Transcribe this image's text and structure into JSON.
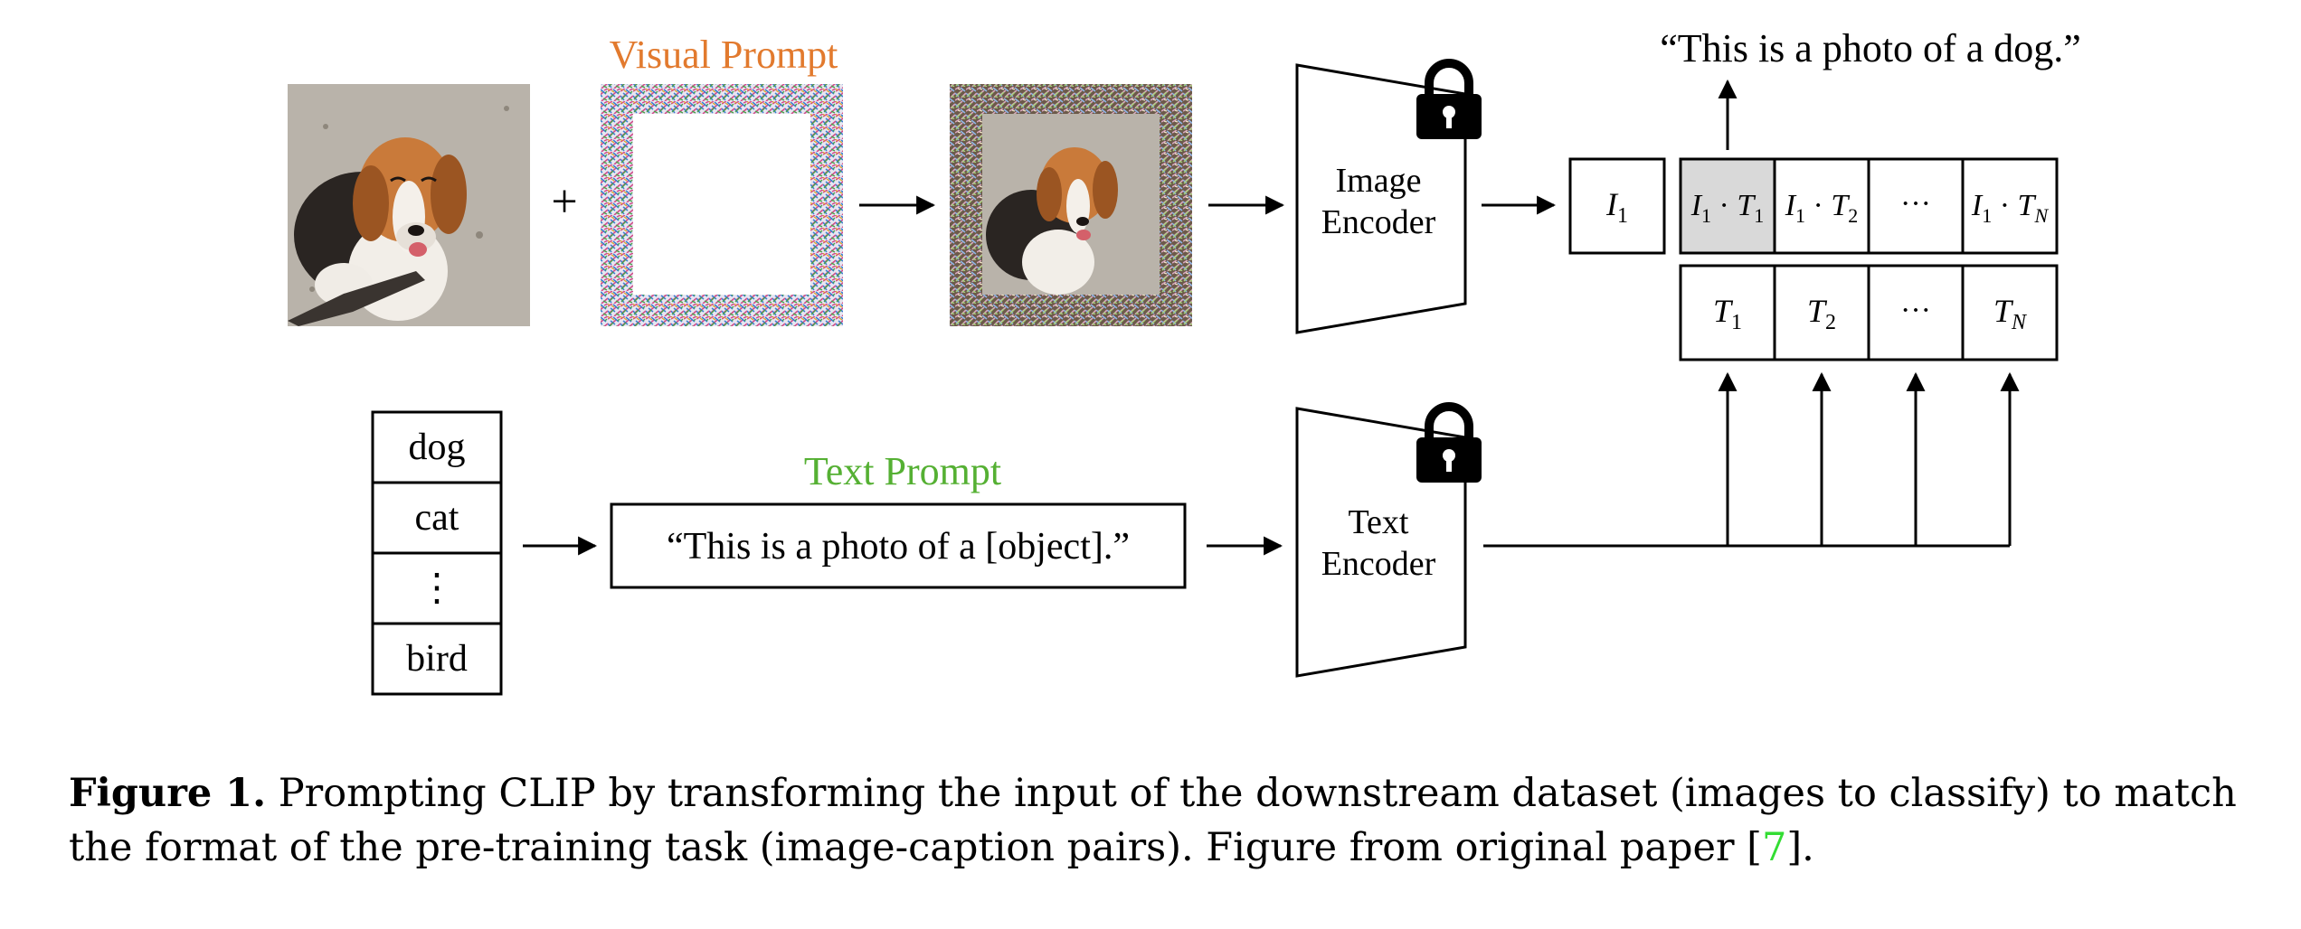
{
  "visual_prompt": {
    "title": "Visual Prompt",
    "color": "#e27a2e"
  },
  "text_prompt": {
    "title": "Text Prompt",
    "color": "#55b033",
    "template": "“This is a photo of a [object].”"
  },
  "operator_plus": "+",
  "image_encoder": {
    "line1": "Image",
    "line2": "Encoder",
    "icon": "lock-icon"
  },
  "text_encoder": {
    "line1": "Text",
    "line2": "Encoder",
    "icon": "lock-icon"
  },
  "output_caption": "“This is a photo of a dog.”",
  "image_embedding": {
    "label": "I",
    "sub": "1"
  },
  "similarity_row": [
    {
      "a": "I",
      "asub": "1",
      "b": "T",
      "bsub": "1",
      "highlight": true
    },
    {
      "a": "I",
      "asub": "1",
      "b": "T",
      "bsub": "2",
      "highlight": false
    },
    {
      "ellipsis": "···"
    },
    {
      "a": "I",
      "asub": "1",
      "b": "T",
      "bsub": "N",
      "highlight": false
    }
  ],
  "text_embeddings": [
    {
      "label": "T",
      "sub": "1"
    },
    {
      "label": "T",
      "sub": "2"
    },
    {
      "ellipsis": "···"
    },
    {
      "label": "T",
      "sub": "N"
    }
  ],
  "class_list": [
    "dog",
    "cat",
    "⋮",
    "bird"
  ],
  "highlight_color": "#d9d9d9",
  "caption": {
    "label": "Figure 1.",
    "text": "Prompting CLIP by transforming the input of the downstream dataset (images to classify) to match the format of the pre-training task (image-caption pairs). Figure from original paper [",
    "ref": "7",
    "end": "]."
  }
}
